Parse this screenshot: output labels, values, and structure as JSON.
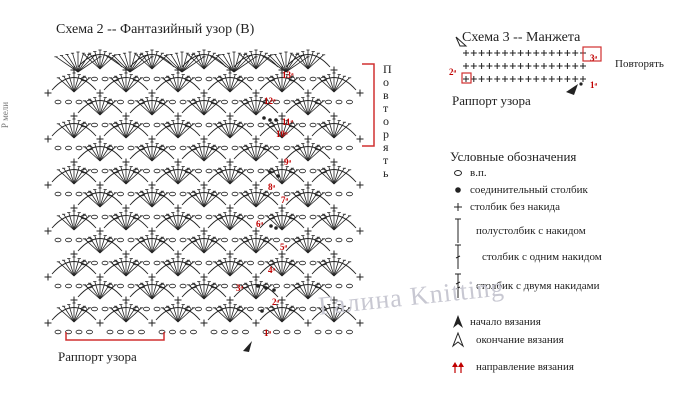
{
  "scheme2": {
    "title": "Схема 2 -- Фантазийный узор (В)",
    "repeat_vertical": [
      "П",
      "о",
      "в",
      "т",
      "о",
      "р",
      "я",
      "т",
      "ь"
    ],
    "rapport": "Раппорт узора",
    "row_numbers": [
      "1ᵃ",
      "2ᵃ",
      "3ᵃ",
      "4ᵃ",
      "5ᵃ",
      "6ᵃ",
      "7ᵃ",
      "8ᵃ",
      "9ᵃ",
      "10ᵃ",
      "11ᵃ",
      "12ᵃ",
      "13ᵃ"
    ]
  },
  "scheme3": {
    "title": "Схема 3 -- Манжета",
    "repeat": "Повторять",
    "rapport": "Раппорт узора",
    "row_numbers": [
      "1ᵃ",
      "2ᵃ",
      "3ᵃ"
    ]
  },
  "legend": {
    "title": "Условные обозначения",
    "items": [
      {
        "icon": "chain-circle-icon",
        "label": "в.п."
      },
      {
        "icon": "slip-stitch-dot-icon",
        "label": "соединительный столбик"
      },
      {
        "icon": "single-crochet-plus-icon",
        "label": "столбик без накида"
      },
      {
        "icon": "half-double-crochet-icon",
        "label": "полустолбик с накидом"
      },
      {
        "icon": "double-crochet-icon",
        "label": "столбик с одним накидом"
      },
      {
        "icon": "treble-crochet-icon",
        "label": "столбик с двумя накидами"
      },
      {
        "icon": "start-arrow-icon",
        "label": "начало вязания"
      },
      {
        "icon": "end-arrow-icon",
        "label": "окончание вязания"
      },
      {
        "icon": "direction-arrows-icon",
        "label": "направление вязания"
      }
    ]
  },
  "watermark": "Галина Knitting",
  "side_text": "Р мели",
  "colors": {
    "ink": "#222222",
    "accent_red": "#c00000",
    "frame_red": "#d03030"
  }
}
